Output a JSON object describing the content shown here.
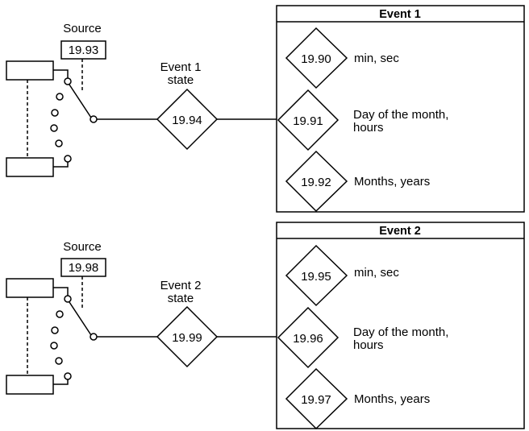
{
  "events": [
    {
      "title": "Event 1",
      "source_label": "Source",
      "source_param": "19.93",
      "state_label_line1": "Event 1",
      "state_label_line2": "state",
      "state_param": "19.94",
      "params": [
        {
          "code": "19.90",
          "label_line1": "min, sec",
          "label_line2": ""
        },
        {
          "code": "19.91",
          "label_line1": "Day of the month,",
          "label_line2": "hours"
        },
        {
          "code": "19.92",
          "label_line1": "Months, years",
          "label_line2": ""
        }
      ]
    },
    {
      "title": "Event 2",
      "source_label": "Source",
      "source_param": "19.98",
      "state_label_line1": "Event 2",
      "state_label_line2": "state",
      "state_param": "19.99",
      "params": [
        {
          "code": "19.95",
          "label_line1": "min, sec",
          "label_line2": ""
        },
        {
          "code": "19.96",
          "label_line1": "Day of the month,",
          "label_line2": "hours"
        },
        {
          "code": "19.97",
          "label_line1": "Months, years",
          "label_line2": ""
        }
      ]
    }
  ]
}
